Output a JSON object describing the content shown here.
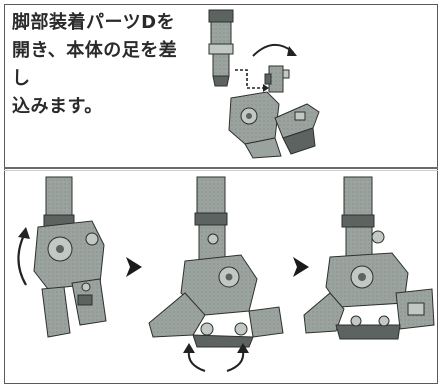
{
  "instruction": {
    "line1": "脚部装着パーツDを",
    "line2": "開き、本体の足を差し",
    "line3": "込みます。"
  },
  "colors": {
    "part_fill": "#9aa39e",
    "part_dark": "#5c6360",
    "part_light": "#c2c8c4",
    "outline": "#2d302e",
    "arrow": "#222222",
    "border": "#5a5a5a"
  },
  "steps": [
    {
      "id": "step-1",
      "action": "rotate-leg"
    },
    {
      "id": "step-2",
      "action": "open-foot-parts"
    },
    {
      "id": "step-3",
      "action": "completed-leg"
    }
  ]
}
